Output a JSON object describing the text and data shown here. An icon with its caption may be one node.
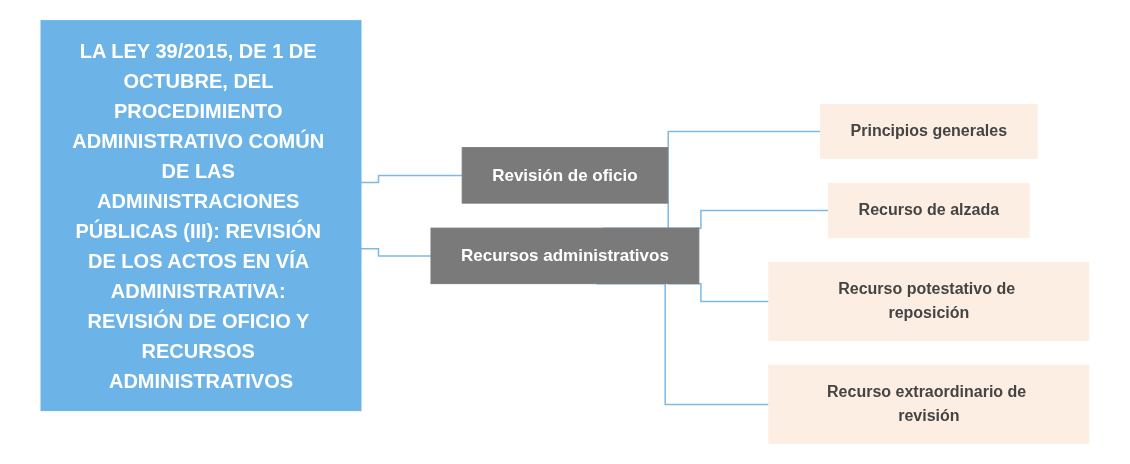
{
  "diagram": {
    "nodes": [
      {
        "text": [
          "LA LEY 39/2015, DE 1 DE OCTUBRE, DEL PROCEDIMIENTO ADMINISTRATIVO COMÚN DE LAS ADMINISTRACIONES PÚBLICAS (III): REVISIÓN DE LOS ACTOS EN VÍA ADMINISTRATIVA: REVISIÓN DE OFICIO Y RECURSOS ADMINISTRATIVOS"
        ]
      },
      {
        "text": [
          "Revisión de oficio"
        ]
      },
      {
        "text": [
          "Recursos administrativos"
        ]
      },
      {
        "text": [
          "Principios generales"
        ]
      },
      {
        "text": [
          "Recurso de alzada"
        ]
      },
      {
        "text": [
          "Recurso potestativo de reposición"
        ]
      },
      {
        "text": [
          "Recurso extraordinario de revisión"
        ]
      }
    ],
    "edges": [
      {
        "from": 0,
        "to": 1,
        "arrow": "none"
      },
      {
        "from": 0,
        "to": 2,
        "arrow": "none"
      },
      {
        "from": 2,
        "to": 3,
        "arrow": "none"
      },
      {
        "from": 2,
        "to": 4,
        "arrow": "none"
      },
      {
        "from": 2,
        "to": 5,
        "arrow": "none"
      },
      {
        "from": 2,
        "to": 6,
        "arrow": "none"
      }
    ]
  }
}
